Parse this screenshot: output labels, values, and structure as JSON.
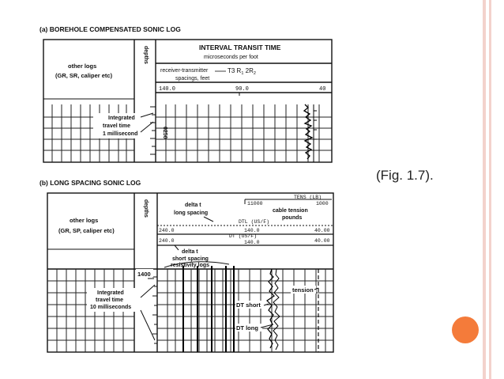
{
  "caption": "(Fig. 1.7).",
  "colors": {
    "accent_dot": "#f47b3a",
    "rail": "#f3d2cc"
  },
  "log_a": {
    "title": "(a) BOREHOLE COMPENSATED SONIC LOG",
    "depths_label": "depths",
    "other_logs": "other logs",
    "other_logs_sub": "(GR, SR, caliper etc)",
    "header_title": "INTERVAL TRANSIT TIME",
    "header_sub": "microseconds per foot",
    "rx_line1": "receiver-transmitter",
    "rx_sym": "T3 R",
    "rx_sub1": "1",
    "rx_mid": " 2R",
    "rx_sub2": "2",
    "rx_line2": "spacings, feet",
    "scale_left": "140.0",
    "scale_mid": "90.0",
    "scale_right": "40",
    "annot_1": "Integrated",
    "annot_2": "travel time",
    "annot_3": "1 millisecond",
    "depth_value": "0250"
  },
  "log_b": {
    "title": "(b) LONG SPACING SONIC LOG",
    "depths_label": "depths",
    "other_logs": "other logs",
    "other_logs_sub": "(GR, SP, caliper etc)",
    "tens_label": "TENS (LB)",
    "tens_left": "11000",
    "tens_right": "1000",
    "cable_1": "cable tension",
    "cable_2": "pounds",
    "delta_long_1": "delta t",
    "delta_long_2": "long spacing",
    "dtl_label": "DTL  (US/F)",
    "dtl_left": "240.0",
    "dtl_mid": "140.0",
    "dtl_right": "40.00",
    "dt_label": "DT  (US/F)",
    "dt_left": "240.0",
    "dt_mid": "140.0",
    "dt_right": "40.00",
    "delta_short_1": "delta t",
    "delta_short_2": "short spacing",
    "delta_short_3": "resistivity logs",
    "depth_value": "1400",
    "annot_1": "Integrated",
    "annot_2": "travel time",
    "annot_3": "10 milliseconds",
    "dt_short": "DT short",
    "dt_long": "DT long",
    "tension": "tension"
  }
}
